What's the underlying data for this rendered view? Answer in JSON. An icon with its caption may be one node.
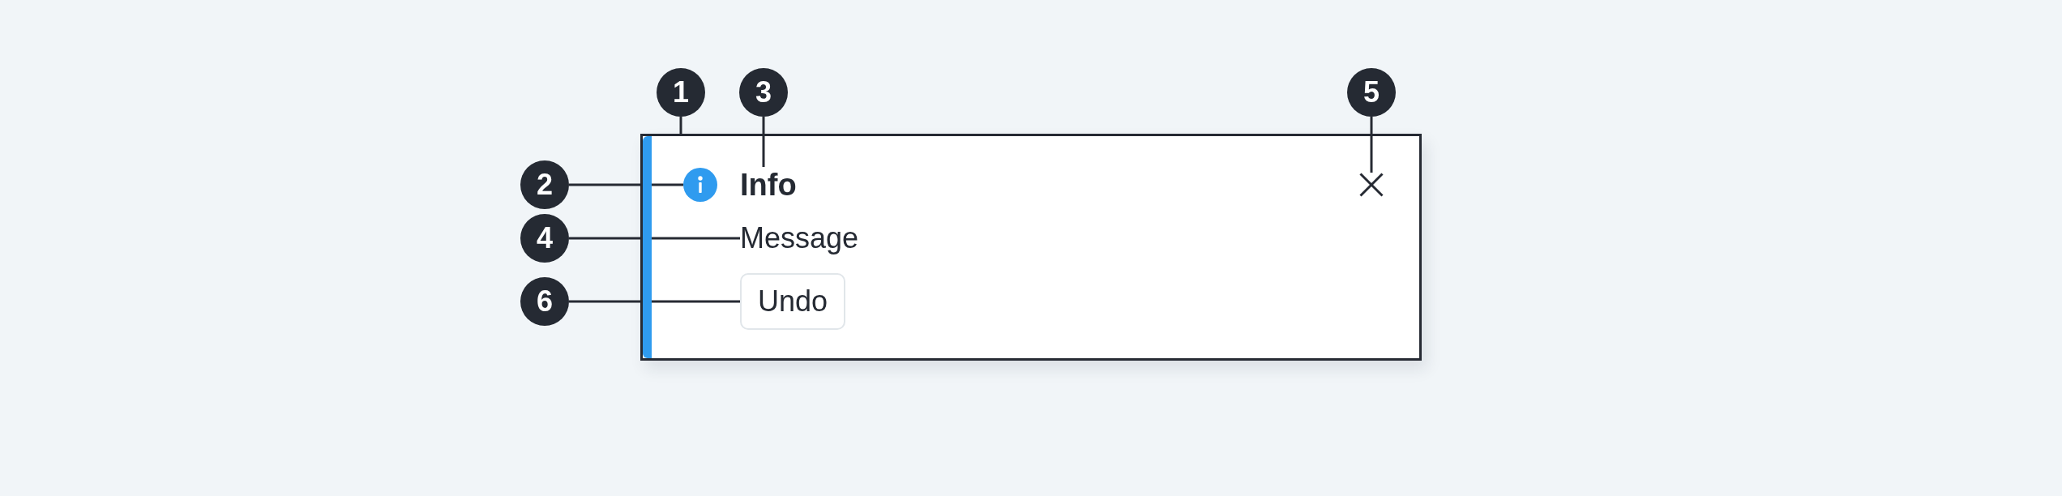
{
  "diagram": {
    "nodes": [
      {
        "text": [
          "1"
        ]
      },
      {
        "text": [
          "3"
        ]
      },
      {
        "text": [
          "5"
        ]
      },
      {
        "text": [],
        "shape": "box"
      },
      {
        "text": [
          "2"
        ]
      },
      {
        "text": [],
        "shape": "circle",
        "in": 3
      },
      {
        "text": [
          "Info"
        ],
        "in": 3
      },
      {
        "text": [],
        "shape": "cross",
        "in": 3
      },
      {
        "text": [
          "4"
        ]
      },
      {
        "text": [
          "Message"
        ],
        "in": 3
      },
      {
        "text": [
          "6"
        ]
      },
      {
        "text": [
          "Undo"
        ],
        "in": 3
      }
    ],
    "edges": [
      {
        "from": 0,
        "to": 3,
        "arrow": "none"
      },
      {
        "from": 1,
        "to": 6,
        "arrow": "none"
      },
      {
        "from": 2,
        "to": 7,
        "arrow": "none"
      },
      {
        "from": 4,
        "to": 5,
        "arrow": "none"
      },
      {
        "from": 8,
        "to": 9,
        "arrow": "none"
      },
      {
        "from": 10,
        "to": 11,
        "arrow": "none"
      }
    ]
  }
}
